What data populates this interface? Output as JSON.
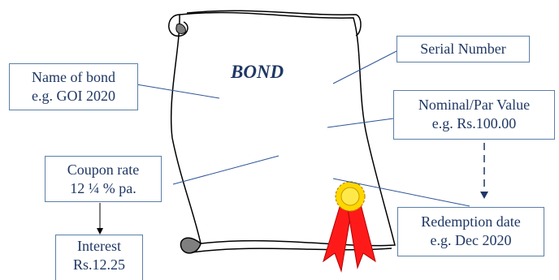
{
  "scroll": {
    "title": "BOND"
  },
  "labels": {
    "name": {
      "line1": "Name of bond",
      "line2": "e.g. GOI 2020"
    },
    "serial": {
      "line1": "Serial Number"
    },
    "nominal": {
      "line1": "Nominal/Par Value",
      "line2": "e.g. Rs.100.00"
    },
    "coupon": {
      "line1": "Coupon rate",
      "line2": "12 ¼ % pa."
    },
    "redemption": {
      "line1": "Redemption date",
      "line2": "e.g. Dec 2020"
    },
    "interest": {
      "line1": "Interest",
      "line2": "Rs.12.25"
    }
  },
  "colors": {
    "text": "#1f3864",
    "box_border": "#5b7fa6",
    "connector": "#2f5597",
    "scroll_outline": "#000000",
    "scroll_curl": "#7f7f7f",
    "seal_gold": "#ffd700",
    "ribbon_red": "#ff1a1a"
  }
}
